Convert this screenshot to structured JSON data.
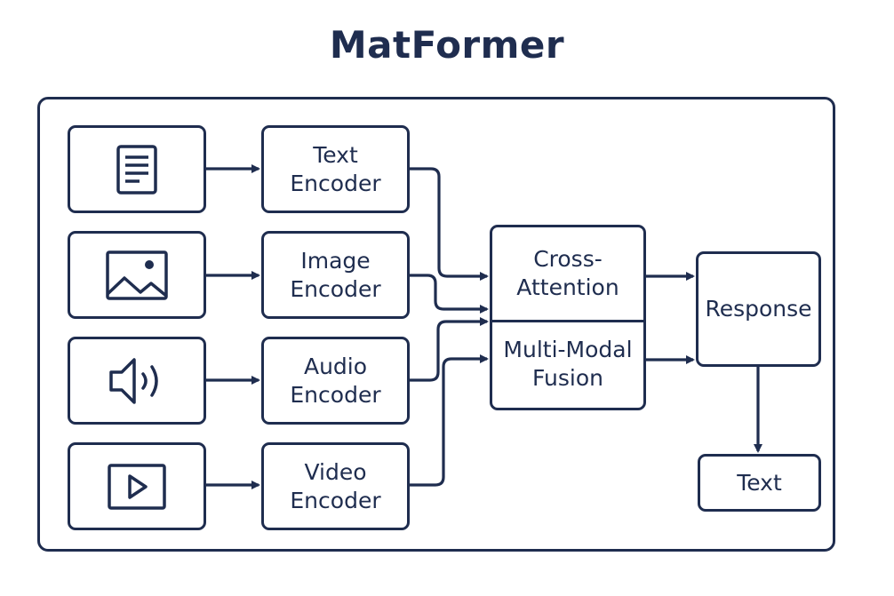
{
  "title": "MatFormer",
  "colors": {
    "stroke": "#1f2d4f",
    "background": "#ffffff"
  },
  "inputs": [
    {
      "icon": "document-icon",
      "label": "Text input"
    },
    {
      "icon": "image-icon",
      "label": "Image input"
    },
    {
      "icon": "speaker-icon",
      "label": "Audio input"
    },
    {
      "icon": "video-play-icon",
      "label": "Video input"
    }
  ],
  "encoders": [
    {
      "label": "Text\nEncoder"
    },
    {
      "label": "Image\nEncoder"
    },
    {
      "label": "Audio\nEncoder"
    },
    {
      "label": "Video\nEncoder"
    }
  ],
  "fusion": {
    "top_label": "Cross-\nAttention",
    "bottom_label": "Multi-Modal\nFusion"
  },
  "response": {
    "label": "Response"
  },
  "output": {
    "label": "Text"
  },
  "edges": [
    {
      "from": "text-input",
      "to": "text-encoder"
    },
    {
      "from": "image-input",
      "to": "image-encoder"
    },
    {
      "from": "audio-input",
      "to": "audio-encoder"
    },
    {
      "from": "video-input",
      "to": "video-encoder"
    },
    {
      "from": "text-encoder",
      "to": "cross-attention"
    },
    {
      "from": "image-encoder",
      "to": "cross-attention"
    },
    {
      "from": "audio-encoder",
      "to": "multi-modal-fusion"
    },
    {
      "from": "video-encoder",
      "to": "multi-modal-fusion"
    },
    {
      "from": "cross-attention",
      "to": "response"
    },
    {
      "from": "multi-modal-fusion",
      "to": "response"
    },
    {
      "from": "response",
      "to": "text-output"
    }
  ]
}
